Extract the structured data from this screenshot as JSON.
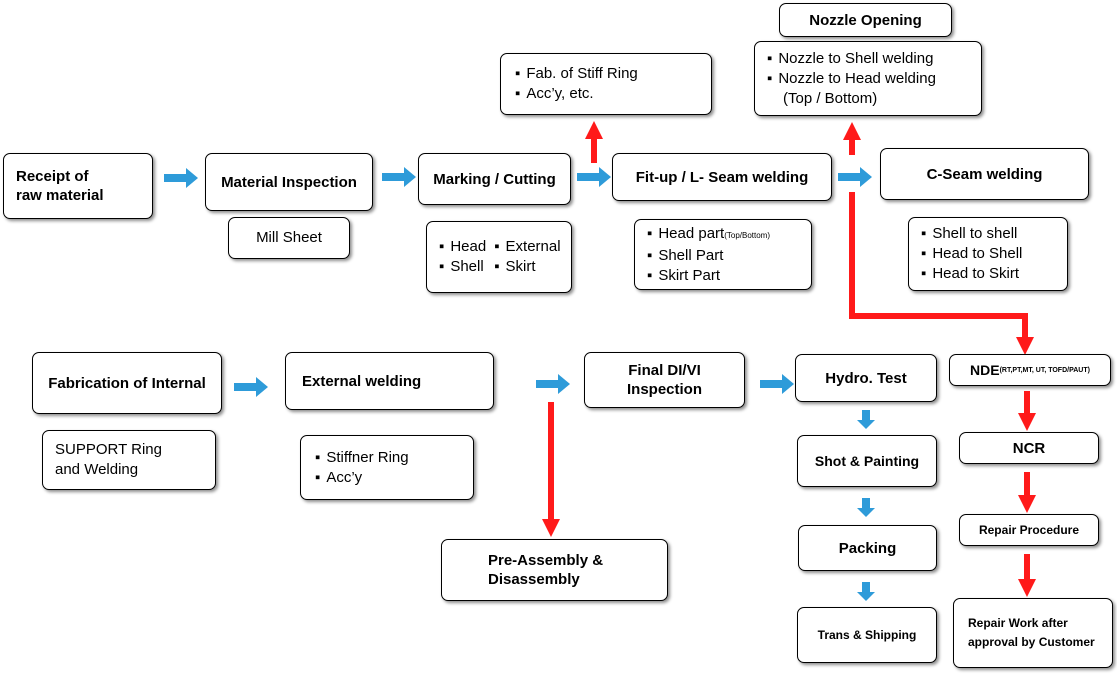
{
  "colors": {
    "blue_arrow": "#2e9bd9",
    "red_arrow": "#ff1a1a"
  },
  "nodes": {
    "receipt": {
      "line1": "Receipt of",
      "line2": "raw material"
    },
    "material_inspection": {
      "title": "Material Inspection",
      "note": "Mill Sheet"
    },
    "marking_cutting": {
      "title": "Marking / Cutting",
      "items_left": [
        "Head",
        "Shell"
      ],
      "items_right": [
        "External",
        "Skirt"
      ]
    },
    "stiff_ring": {
      "items": [
        "Fab. of Stiff Ring",
        "Acc’y, etc."
      ]
    },
    "fitup": {
      "title": "Fit-up / L- Seam  welding",
      "item1": "Head part",
      "item1_suffix": "(Top/Bottom)",
      "item2": "Shell Part",
      "item3": "Skirt Part"
    },
    "nozzle": {
      "title": "Nozzle Opening",
      "item1": "Nozzle to Shell welding",
      "item2": "Nozzle to Head welding",
      "item2_cont": "(Top / Bottom)"
    },
    "cseam": {
      "title": "C-Seam  welding",
      "items": [
        "Shell to shell",
        "Head to Shell",
        "Head to Skirt"
      ]
    },
    "fab_internal": {
      "title": "Fabrication of Internal",
      "note_line1": "SUPPORT Ring",
      "note_line2": "and Welding"
    },
    "external_welding": {
      "title": "External  welding",
      "items": [
        "Stiffner Ring",
        "Acc’y"
      ]
    },
    "final_inspection": {
      "line1": "Final DI/VI",
      "line2": "Inspection"
    },
    "pre_assembly": {
      "line1": "Pre-Assembly &",
      "line2": "Disassembly"
    },
    "hydro": {
      "title": "Hydro. Test"
    },
    "shot_painting": {
      "title": "Shot & Painting"
    },
    "packing": {
      "title": "Packing"
    },
    "shipping": {
      "title": "Trans & Shipping"
    },
    "nde": {
      "title": "NDE",
      "methods": "(RT,PT,MT,  UT,  TOFD/PAUT)"
    },
    "ncr": {
      "title": "NCR"
    },
    "repair_procedure": {
      "title": "Repair  Procedure"
    },
    "repair_work": {
      "line1": "Repair Work after",
      "line2": "approval by Customer"
    }
  }
}
